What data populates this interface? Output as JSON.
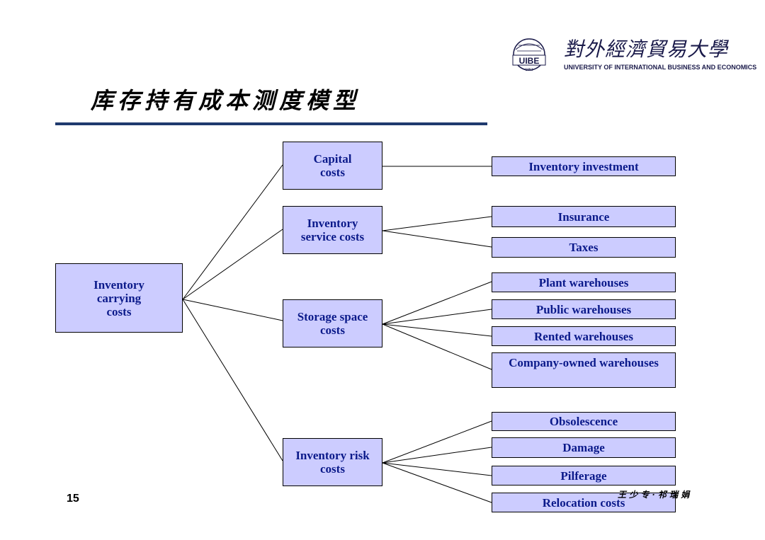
{
  "header": {
    "logo_cn": "對外經濟貿易大學",
    "logo_en": "UNIVERSITY OF INTERNATIONAL BUSINESS AND ECONOMICS",
    "logo_abbr": "UIBE",
    "logo_year": "1951"
  },
  "title": "库存持有成本测度模型",
  "diagram": {
    "root": "Inventory carrying costs",
    "categories": [
      {
        "label": "Capital costs",
        "items": [
          "Inventory investment"
        ]
      },
      {
        "label": "Inventory service costs",
        "items": [
          "Insurance",
          "Taxes"
        ]
      },
      {
        "label": "Storage space costs",
        "items": [
          "Plant warehouses",
          "Public warehouses",
          "Rented warehouses",
          "Company-owned warehouses"
        ]
      },
      {
        "label": "Inventory risk costs",
        "items": [
          "Obsolescence",
          "Damage",
          "Pilferage",
          "Relocation costs"
        ]
      }
    ]
  },
  "footer": {
    "page_number": "15",
    "signature": "王 少 专 · 祁 瑞 娟"
  }
}
